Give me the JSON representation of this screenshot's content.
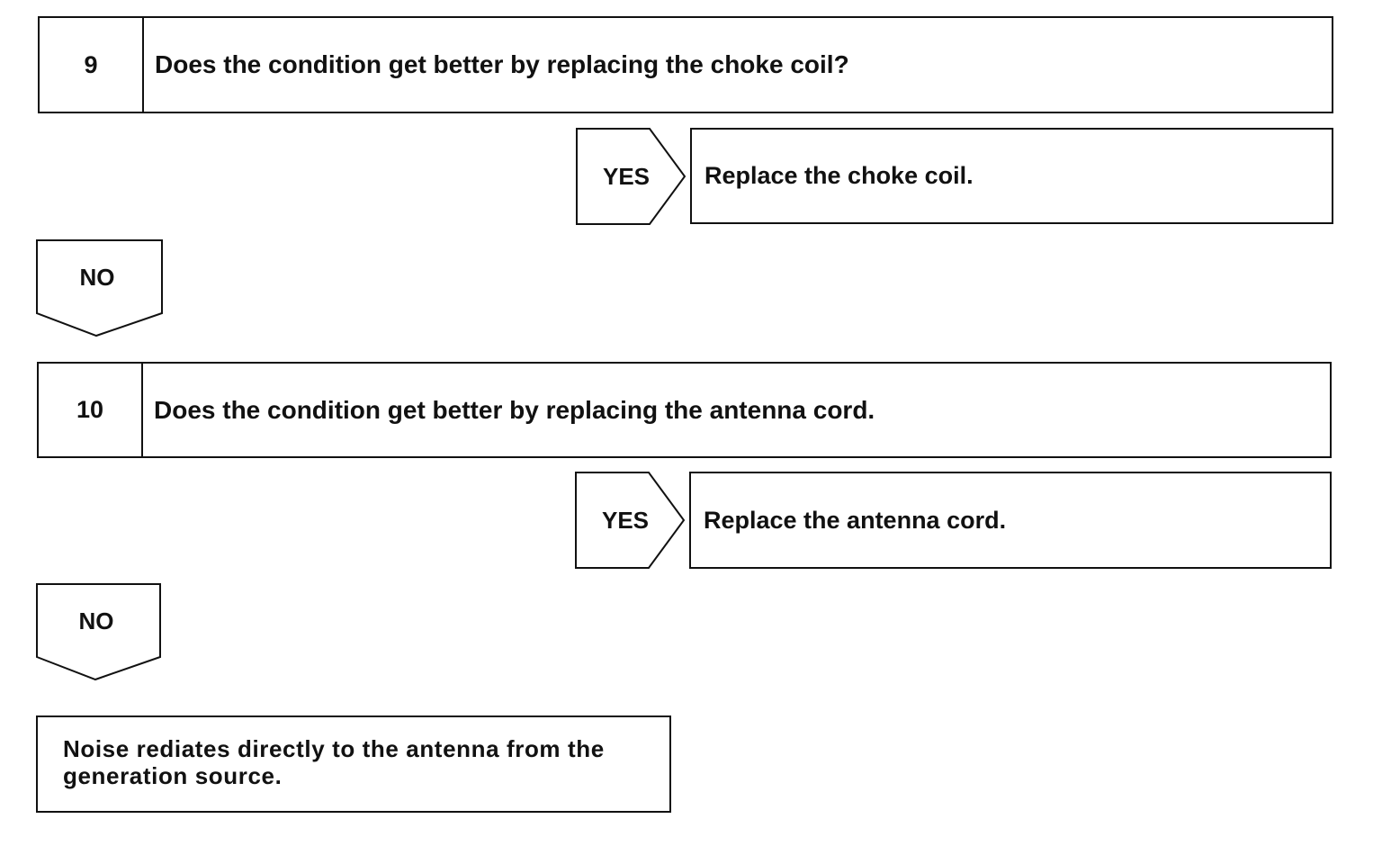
{
  "steps": [
    {
      "number": "9",
      "question": "Does the condition get better by replacing the choke coil?",
      "yes_label": "YES",
      "yes_action": "Replace the choke coil.",
      "no_label": "NO"
    },
    {
      "number": "10",
      "question": "Does the condition get better by replacing the antenna cord.",
      "yes_label": "YES",
      "yes_action": "Replace the antenna cord.",
      "no_label": "NO"
    }
  ],
  "conclusion": "Noise rediates directly to the antenna from the generation source."
}
